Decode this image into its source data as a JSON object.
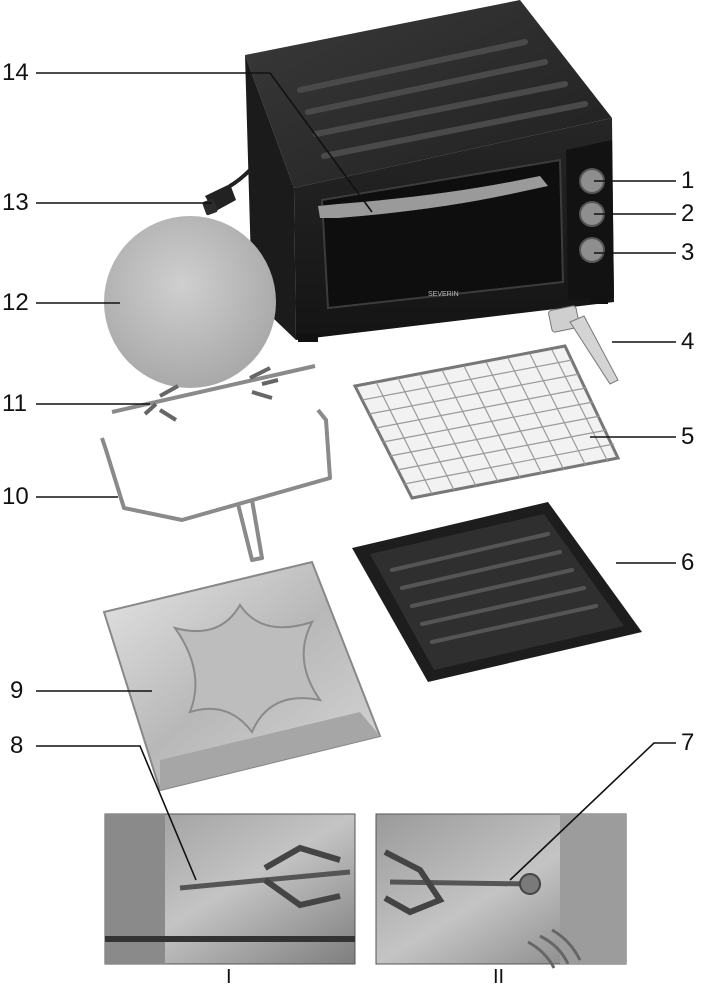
{
  "callouts": [
    {
      "n": "1"
    },
    {
      "n": "2"
    },
    {
      "n": "3"
    },
    {
      "n": "4"
    },
    {
      "n": "5"
    },
    {
      "n": "6"
    },
    {
      "n": "7"
    },
    {
      "n": "8"
    },
    {
      "n": "9"
    },
    {
      "n": "10"
    },
    {
      "n": "11"
    },
    {
      "n": "12"
    },
    {
      "n": "13"
    },
    {
      "n": "14"
    }
  ],
  "detail_captions": {
    "left": "I",
    "right": "II"
  },
  "brand": "SEVERIN",
  "colors": {
    "line": "#111111",
    "oven_body": "#2b2b2b",
    "metal": "#c9c9c9",
    "stone": "#bdbdbd",
    "tray": "#1d1d1d"
  }
}
